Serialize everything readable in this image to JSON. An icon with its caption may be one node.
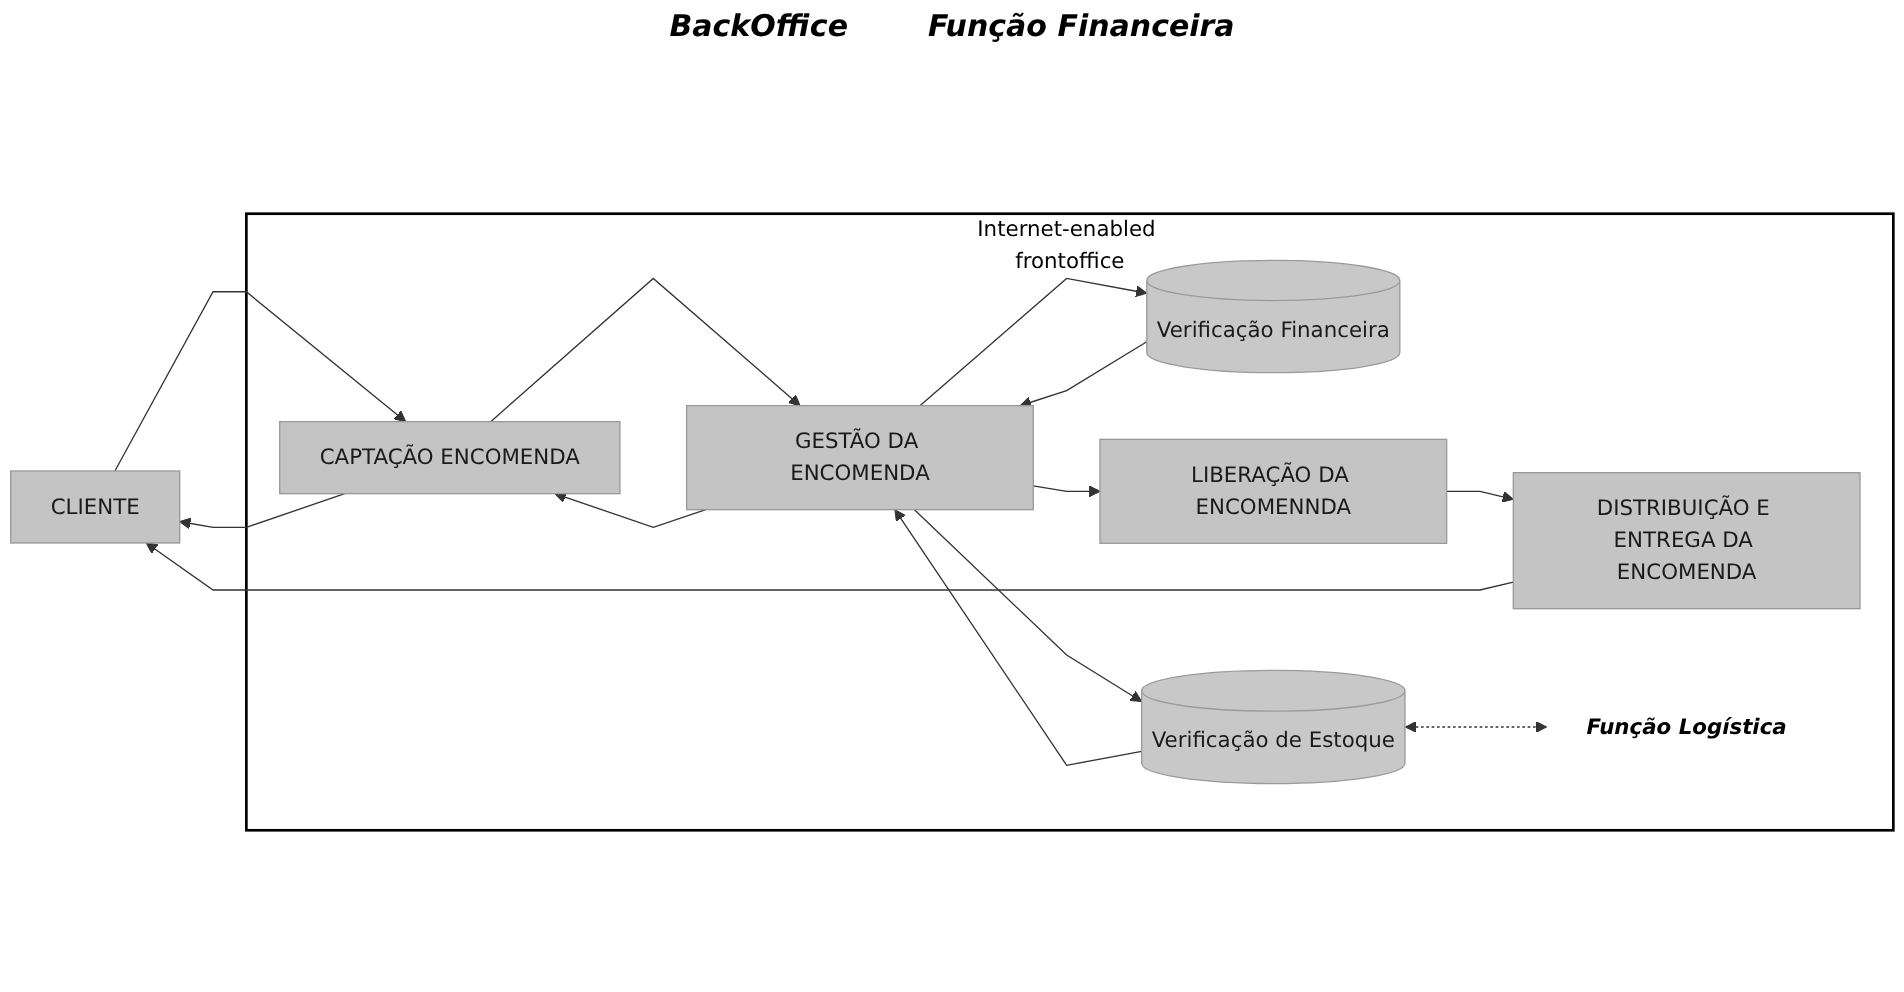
{
  "diagram": {
    "nodes": [
      {
        "text": [
          "CLIENTE"
        ]
      },
      {
        "text": [
          "Internet-enabled frontoffice"
        ]
      },
      {
        "text": [
          "CAPTAÇÃO ENCOMENDA"
        ],
        "in": 1
      },
      {
        "text": [
          "GESTÃO DA ENCOMENDA"
        ],
        "in": 1
      },
      {
        "text": [
          "Verificação Financeira"
        ],
        "in": 1
      },
      {
        "text": [
          "LIBERAÇÃO DA ENCOMENNDA"
        ],
        "in": 1
      },
      {
        "text": [
          "Verificação de Estoque"
        ],
        "in": 1
      },
      {
        "text": [
          "DISTRIBUIÇÃO E ENTREGA DA ENCOMENDA"
        ],
        "in": 1
      },
      {
        "text": [
          "Função Logística"
        ],
        "in": 1
      }
    ],
    "edges": [
      {
        "from": 0,
        "to": 2,
        "arrow": "to"
      },
      {
        "from": 2,
        "to": 0,
        "arrow": "to"
      },
      {
        "from": 2,
        "to": 3,
        "arrow": "to"
      },
      {
        "from": 3,
        "to": 2,
        "arrow": "to"
      },
      {
        "from": 3,
        "to": 4,
        "arrow": "to"
      },
      {
        "from": 4,
        "to": 3,
        "arrow": "to"
      },
      {
        "from": 6,
        "to": 3,
        "arrow": "to"
      },
      {
        "from": 3,
        "to": 6,
        "arrow": "to"
      },
      {
        "from": 3,
        "to": 5,
        "arrow": "to"
      },
      {
        "from": 5,
        "to": 7,
        "arrow": "to"
      },
      {
        "from": 7,
        "to": 0,
        "arrow": "to"
      },
      {
        "from": 6,
        "to": 8,
        "arrow": "both",
        "style": "dashed"
      }
    ],
    "labels": [
      "BackOffice",
      "Função Financeira"
    ]
  }
}
